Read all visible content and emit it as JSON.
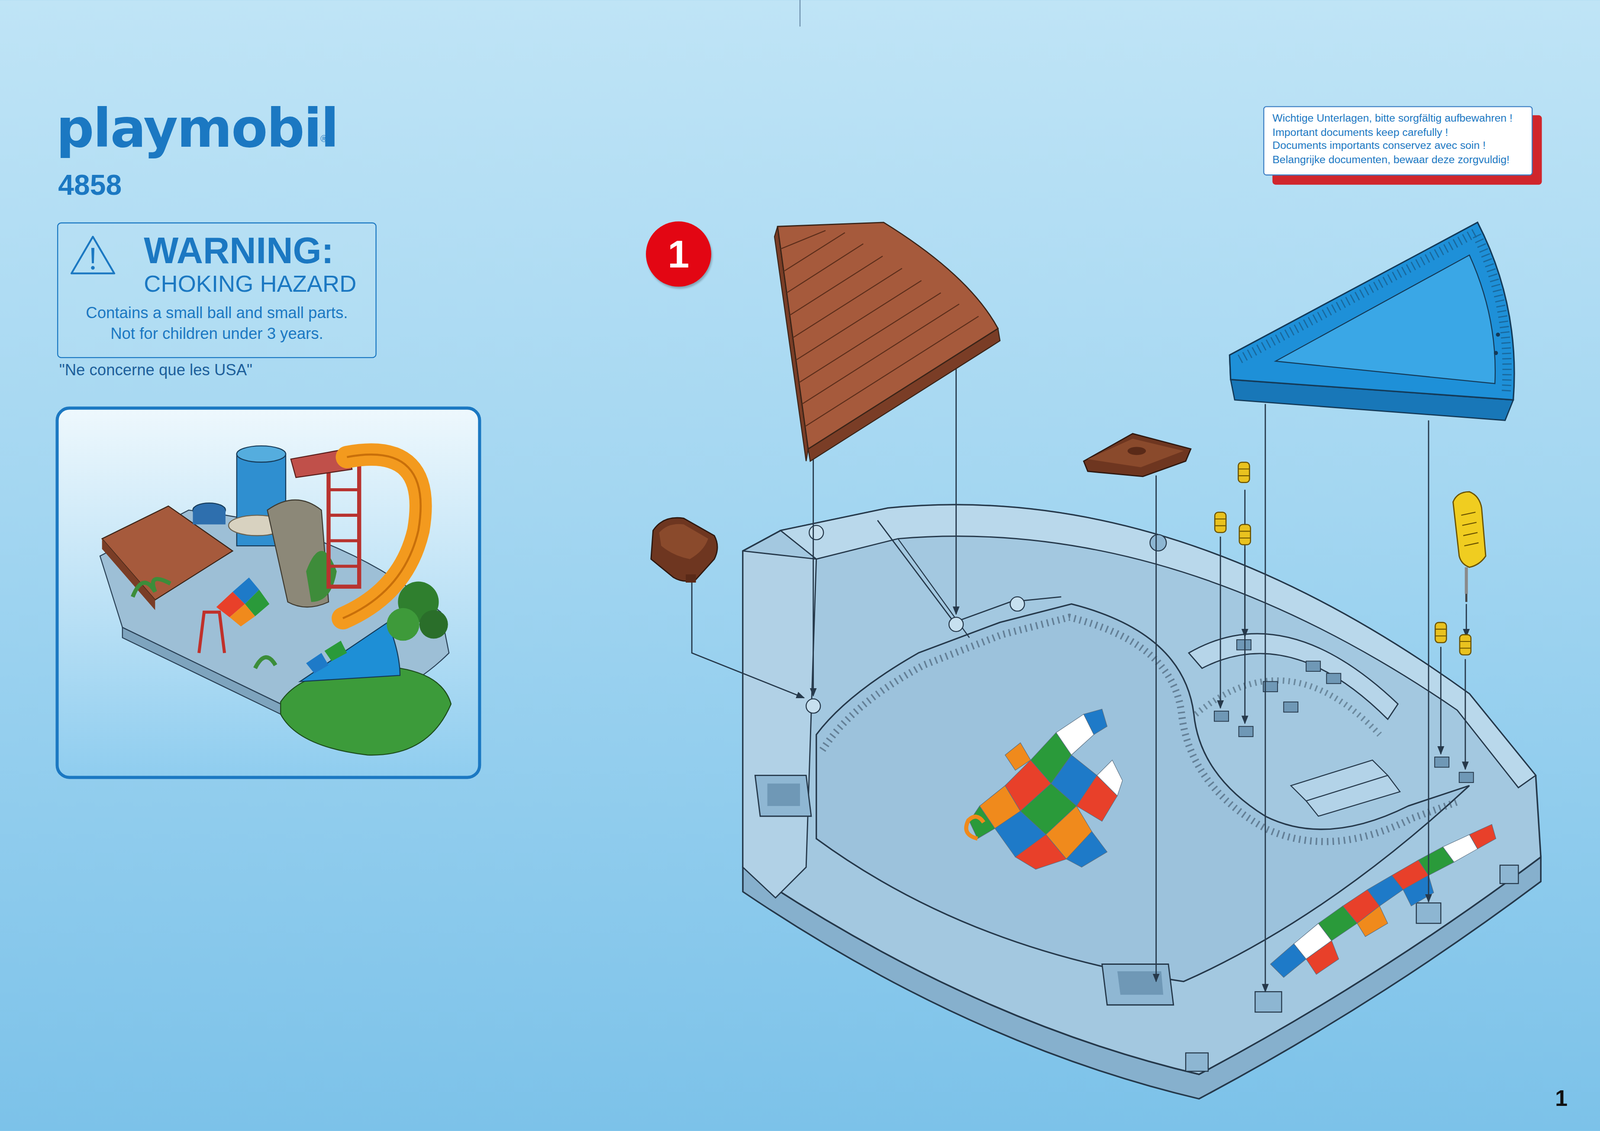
{
  "diagram": {
    "nodes": [
      {
        "text": [
          "WARNING:",
          "CHOKING HAZARD",
          "Contains a small ball and small parts. Not for children under 3 years."
        ]
      },
      {
        "text": [
          "1"
        ]
      },
      {
        "text": [
          "Wichtige Unterlagen, bitte sorgfältig aufbewahren !",
          "Important documents keep carefully !",
          "Documents importants conservez avec soin !",
          "Belangrijke documenten, bewaar deze zorgvuldig!"
        ]
      }
    ],
    "labels": [
      "playmobil",
      "®",
      "4858",
      "\"Ne concerne que les USA\"",
      "1"
    ]
  }
}
